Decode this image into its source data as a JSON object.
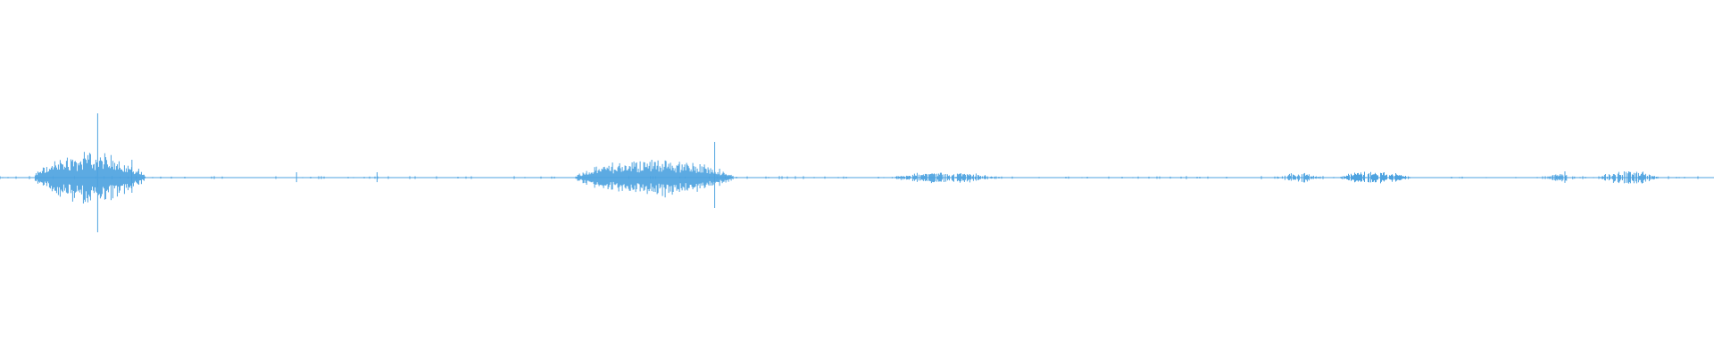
{
  "colors": {
    "background": "#ffffff",
    "waveform": "#4ea3e0"
  },
  "waveform": {
    "bursts": [
      {
        "start": 0.02,
        "end": 0.085,
        "amp": 0.16,
        "density": 1.0
      },
      {
        "start": 0.336,
        "end": 0.428,
        "amp": 0.12,
        "density": 1.0
      },
      {
        "start": 0.52,
        "end": 0.582,
        "amp": 0.035,
        "density": 0.8
      },
      {
        "start": 0.745,
        "end": 0.77,
        "amp": 0.03,
        "density": 0.7
      },
      {
        "start": 0.781,
        "end": 0.823,
        "amp": 0.04,
        "density": 0.8
      },
      {
        "start": 0.903,
        "end": 0.92,
        "amp": 0.025,
        "density": 0.6
      },
      {
        "start": 0.933,
        "end": 0.967,
        "amp": 0.045,
        "density": 0.8
      }
    ],
    "spikes": [
      {
        "at": 0.057,
        "amp": 0.36
      },
      {
        "at": 0.417,
        "amp": 0.2
      },
      {
        "at": 0.077,
        "amp": 0.1
      },
      {
        "at": 0.22,
        "amp": 0.03
      },
      {
        "at": 0.173,
        "amp": 0.03
      },
      {
        "at": 0.913,
        "amp": 0.035
      }
    ]
  }
}
